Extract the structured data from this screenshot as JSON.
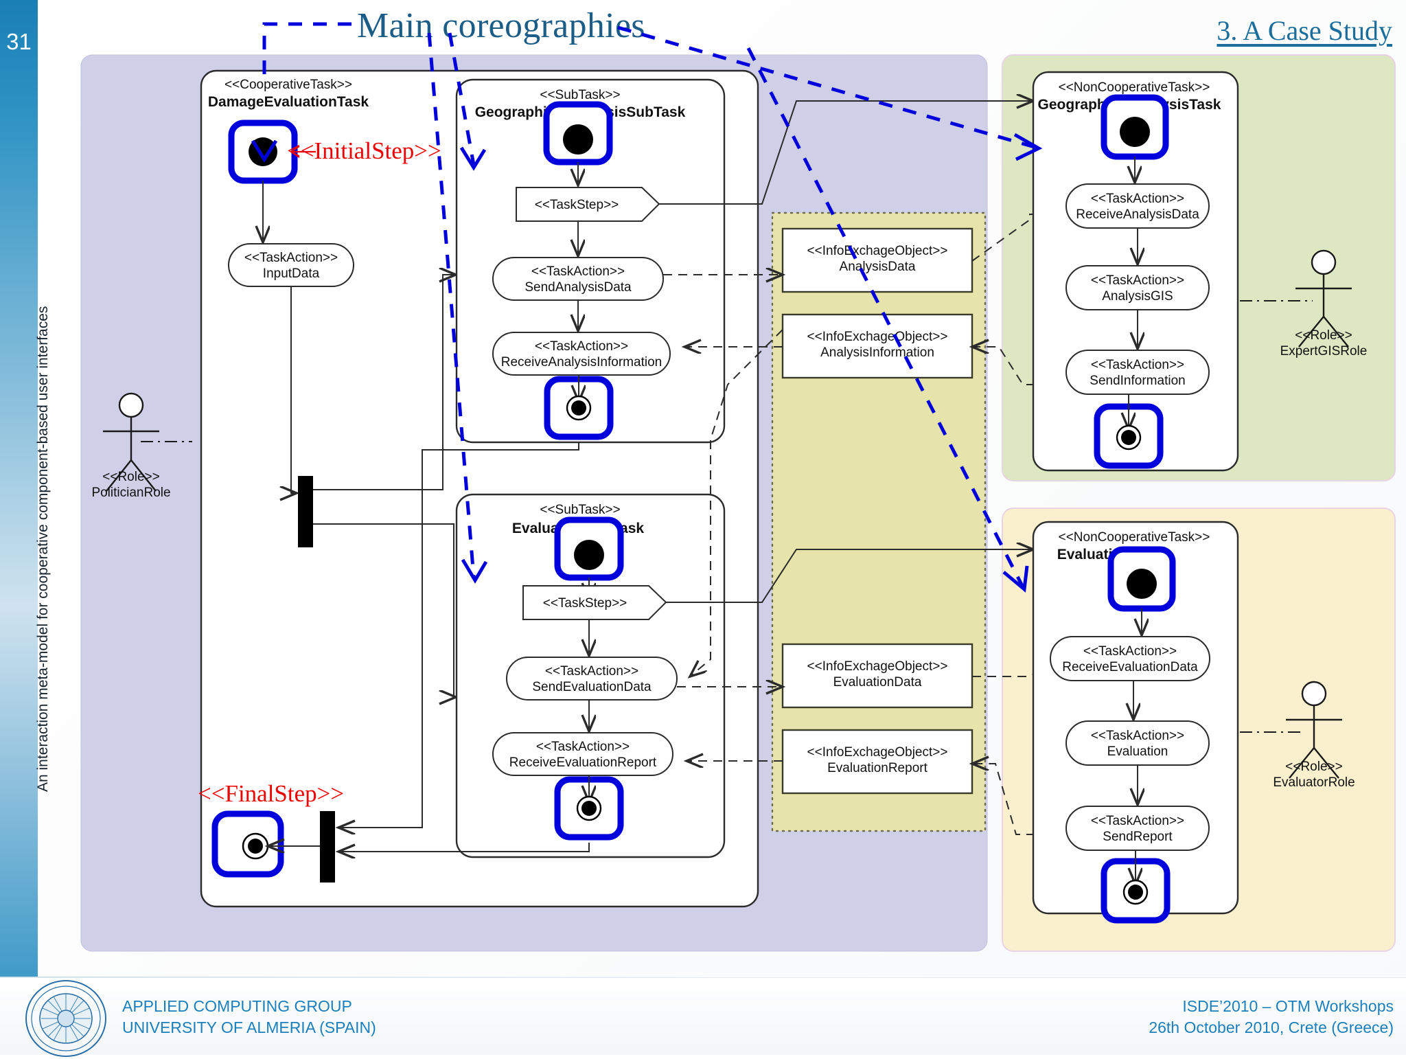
{
  "slide": {
    "number": "31",
    "vertical_caption": "An interaction meta-model for cooperative component-based user interfaces",
    "main_title": "Main coreographies",
    "section_title": "3. A Case Study"
  },
  "footer": {
    "left_line1": "APPLIED COMPUTING GROUP",
    "left_line2": "UNIVERSITY OF ALMERIA (SPAIN)",
    "right_line1": "ISDE’2010 – OTM Workshops",
    "right_line2": "26th October 2010, Crete (Greece)",
    "logo_name": "university-of-almeria-seal"
  },
  "colors": {
    "cooperative_region": "#cfcfe8",
    "green_region": "#dde7c2",
    "yellow_region": "#faf0cd",
    "info_region": "#e6e3ab",
    "accent_blue": "#0000dd",
    "red_note": "#ee0000",
    "title_teal": "#1b5d86"
  },
  "annotations": {
    "initial_step": "<<InitialStep>>",
    "final_step": "<<FinalStep>>"
  },
  "cooperative_task": {
    "stereotype": "<<CooperativeTask>>",
    "name": "DamageEvaluationTask",
    "input_action": {
      "stereotype": "<<TaskAction>>",
      "name": "InputData"
    },
    "subtasks": [
      {
        "stereotype": "<<SubTask>>",
        "name": "GeographicalAnalysisSubTask",
        "step": "<<TaskStep>>",
        "actions": [
          {
            "stereotype": "<<TaskAction>>",
            "name": "SendAnalysisData"
          },
          {
            "stereotype": "<<TaskAction>>",
            "name": "ReceiveAnalysisInformation"
          }
        ]
      },
      {
        "stereotype": "<<SubTask>>",
        "name": "EvaluationSubTask",
        "step": "<<TaskStep>>",
        "actions": [
          {
            "stereotype": "<<TaskAction>>",
            "name": "SendEvaluationData"
          },
          {
            "stereotype": "<<TaskAction>>",
            "name": "ReceiveEvaluationReport"
          }
        ]
      }
    ]
  },
  "info_exchange_objects": [
    {
      "stereotype": "<<InfoExchageObject>>",
      "name": "AnalysisData"
    },
    {
      "stereotype": "<<InfoExchageObject>>",
      "name": "AnalysisInformation"
    },
    {
      "stereotype": "<<InfoExchageObject>>",
      "name": "EvaluationData"
    },
    {
      "stereotype": "<<InfoExchageObject>>",
      "name": "EvaluationReport"
    }
  ],
  "non_cooperative_tasks": [
    {
      "stereotype": "<<NonCooperativeTask>>",
      "name": "GeographicalAnalysisTask",
      "actions": [
        {
          "stereotype": "<<TaskAction>>",
          "name": "ReceiveAnalysisData"
        },
        {
          "stereotype": "<<TaskAction>>",
          "name": "AnalysisGIS"
        },
        {
          "stereotype": "<<TaskAction>>",
          "name": "SendInformation"
        }
      ]
    },
    {
      "stereotype": "<<NonCooperativeTask>>",
      "name": "EvaluationTask",
      "actions": [
        {
          "stereotype": "<<TaskAction>>",
          "name": "ReceiveEvaluationData"
        },
        {
          "stereotype": "<<TaskAction>>",
          "name": "Evaluation"
        },
        {
          "stereotype": "<<TaskAction>>",
          "name": "SendReport"
        }
      ]
    }
  ],
  "roles": [
    {
      "stereotype": "<<Role>>",
      "name": "PoliticianRole"
    },
    {
      "stereotype": "<<Role>>",
      "name": "ExpertGISRole"
    },
    {
      "stereotype": "<<Role>>",
      "name": "EvaluatorRole"
    }
  ]
}
